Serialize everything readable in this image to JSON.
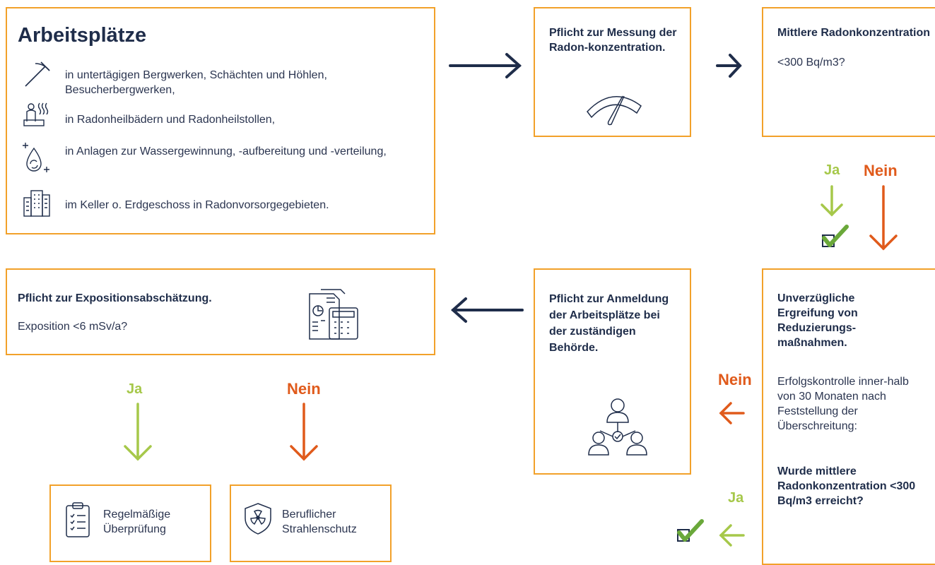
{
  "workplaces": {
    "title": "Arbeitsplätze",
    "items": [
      {
        "icon": "pickaxe-icon",
        "text": "in untertägigen Bergwerken, Schächten und Höhlen, Besucherbergwerken,"
      },
      {
        "icon": "spa-person-icon",
        "text": "in Radonheilbädern und Radonheilstollen,"
      },
      {
        "icon": "water-drop-icon",
        "text": "in Anlagen zur Wassergewinnung, -aufbereitung und -verteilung,"
      },
      {
        "icon": "building-icon",
        "text": "im Keller o. Erdgeschoss in Radonvorsorgegebieten."
      }
    ]
  },
  "measurement": {
    "title": "Pflicht zur Messung der Radon-konzentration.",
    "icon": "gauge-icon"
  },
  "concentration": {
    "title": "Mittlere Radonkonzentration",
    "value": "<300 Bq/m3?"
  },
  "decision1": {
    "yes": "Ja",
    "no": "Nein"
  },
  "reduction": {
    "title": "Unverzügliche Ergreifung von Reduzierungs-maßnahmen.",
    "text": "Erfolgskontrolle inner-halb von 30 Monaten nach Feststellung der Überschreitung:",
    "question": "Wurde mittlere Radonkonzentration <300 Bq/m3 erreicht?"
  },
  "decision2": {
    "yes": "Ja",
    "no": "Nein"
  },
  "registration": {
    "title": "Pflicht zur Anmeldung der Arbeitsplätze bei der zuständigen Behörde.",
    "icon": "people-network-icon"
  },
  "exposure": {
    "title": "Pflicht zur Expositionsabschätzung.",
    "question": "Exposition <6 mSv/a?",
    "icon": "calculator-document-icon"
  },
  "decision3": {
    "yes": "Ja",
    "no": "Nein"
  },
  "review": {
    "text": "Regelmäßige Überprüfung",
    "icon": "clipboard-checklist-icon"
  },
  "protection": {
    "text": "Beruflicher Strahlenschutz",
    "icon": "radiation-shield-icon"
  },
  "colors": {
    "border": "#f2a12a",
    "navy": "#1f2d4a",
    "green": "#a6c84a",
    "orange": "#e05a1b",
    "check": "#6aa83a"
  }
}
